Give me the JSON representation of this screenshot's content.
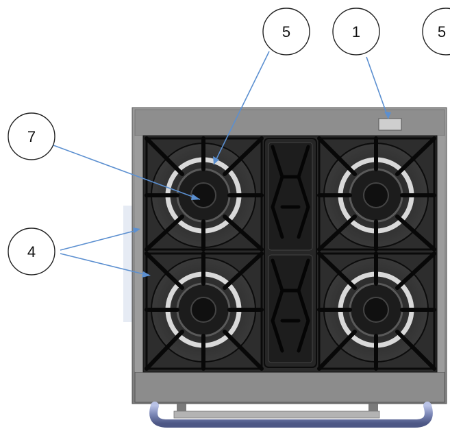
{
  "diagram": {
    "callouts": [
      {
        "id": "callout-5-top",
        "label": "5"
      },
      {
        "id": "callout-1",
        "label": "1"
      },
      {
        "id": "callout-5-right",
        "label": "5"
      },
      {
        "id": "callout-7",
        "label": "7"
      },
      {
        "id": "callout-4",
        "label": "4"
      }
    ],
    "colors": {
      "frame": "#8a8a8a",
      "cooktop": "#2a2a2a",
      "grate": "#111111",
      "ring": "#d9d9d9",
      "leader": "#5b8fd0",
      "handle": "#7a86b5"
    }
  }
}
